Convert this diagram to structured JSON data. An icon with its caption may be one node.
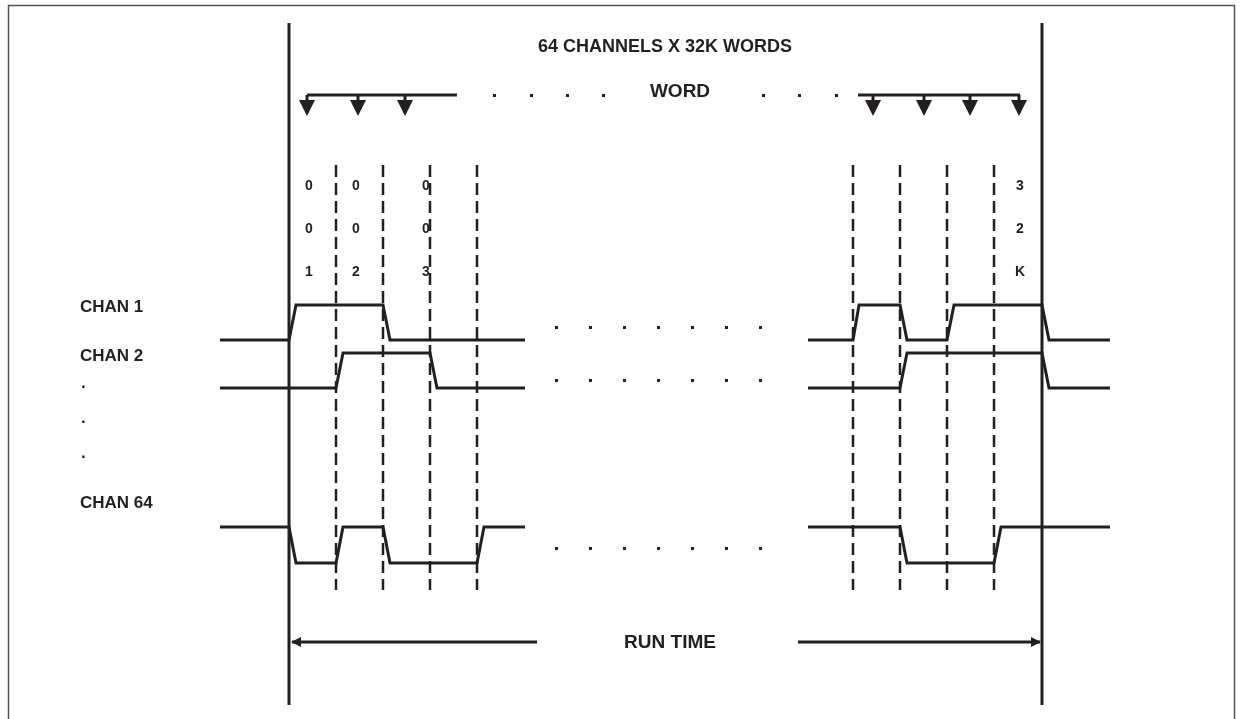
{
  "diagram": {
    "title": "64 CHANNELS X 32K WORDS",
    "labels": [
      "WORD",
      "001",
      "002",
      "003",
      "32K",
      "CHAN 1",
      "CHAN 2",
      ".",
      ".",
      ".",
      "CHAN 64",
      "RUN TIME"
    ]
  }
}
